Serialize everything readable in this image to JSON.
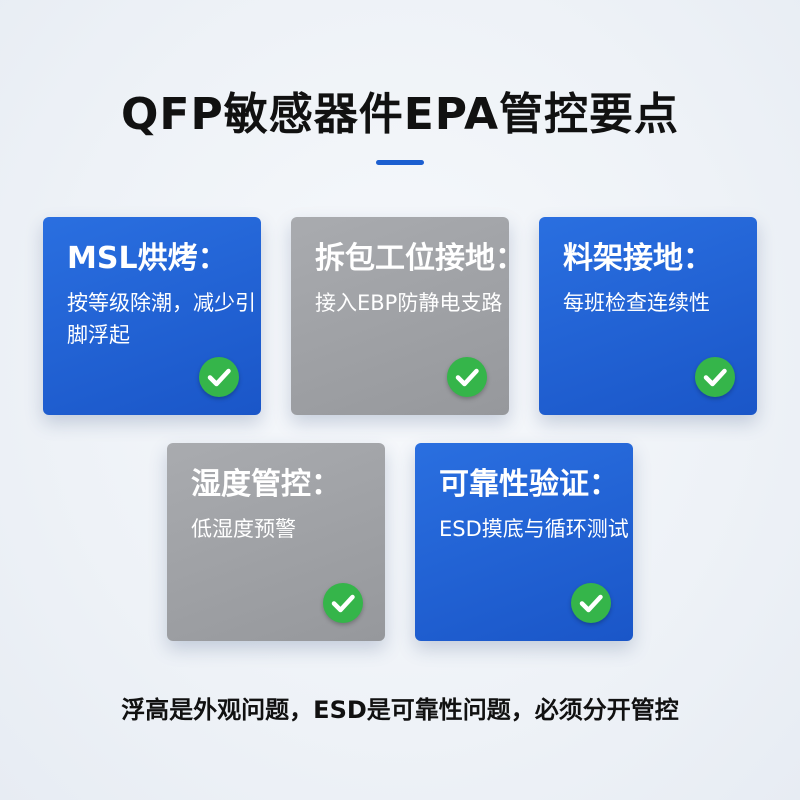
{
  "title": "QFP敏感器件EPA管控要点",
  "cards": [
    {
      "title": "MSL烘烤：",
      "body": "按等级除潮，减少引脚浮起",
      "color": "blue"
    },
    {
      "title": "拆包工位接地：",
      "body": "接入EBP防静电支路",
      "color": "gray"
    },
    {
      "title": "料架接地：",
      "body": "每班检查连续性",
      "color": "blue"
    },
    {
      "title": "湿度管控：",
      "body": "低湿度预警",
      "color": "gray"
    },
    {
      "title": "可靠性验证：",
      "body": "ESD摸底与循环测试",
      "color": "blue"
    }
  ],
  "colors": {
    "blue": "#1c5fd0",
    "gray": "#a0a2a6",
    "check": "#35b54a"
  },
  "check_icon": "check-circle-icon",
  "footer": "浮高是外观问题，ESD是可靠性问题，必须分开管控"
}
